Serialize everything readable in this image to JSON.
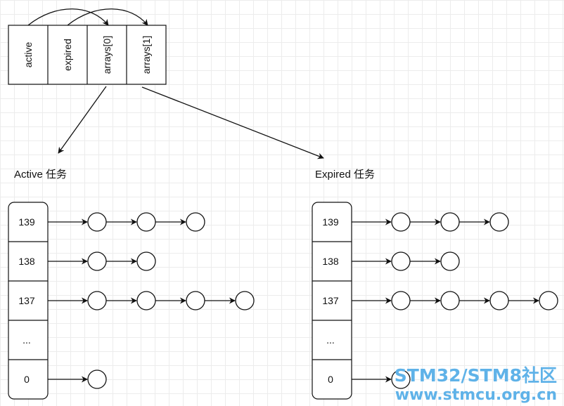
{
  "header_cells": [
    "active",
    "expired",
    "arrays[0]",
    "arrays[1]"
  ],
  "groups": [
    {
      "caption": "Active 任务",
      "rows": [
        {
          "label": "139",
          "nodes": 3
        },
        {
          "label": "138",
          "nodes": 2
        },
        {
          "label": "137",
          "nodes": 4
        },
        {
          "label": "...",
          "nodes": 0
        },
        {
          "label": "0",
          "nodes": 1
        }
      ]
    },
    {
      "caption": "Expired 任务",
      "rows": [
        {
          "label": "139",
          "nodes": 3
        },
        {
          "label": "138",
          "nodes": 2
        },
        {
          "label": "137",
          "nodes": 4
        },
        {
          "label": "...",
          "nodes": 0
        },
        {
          "label": "0",
          "nodes": 1
        }
      ]
    }
  ],
  "watermark": {
    "title": "STM32/STM8社区",
    "url": "www.stmcu.org.cn"
  }
}
